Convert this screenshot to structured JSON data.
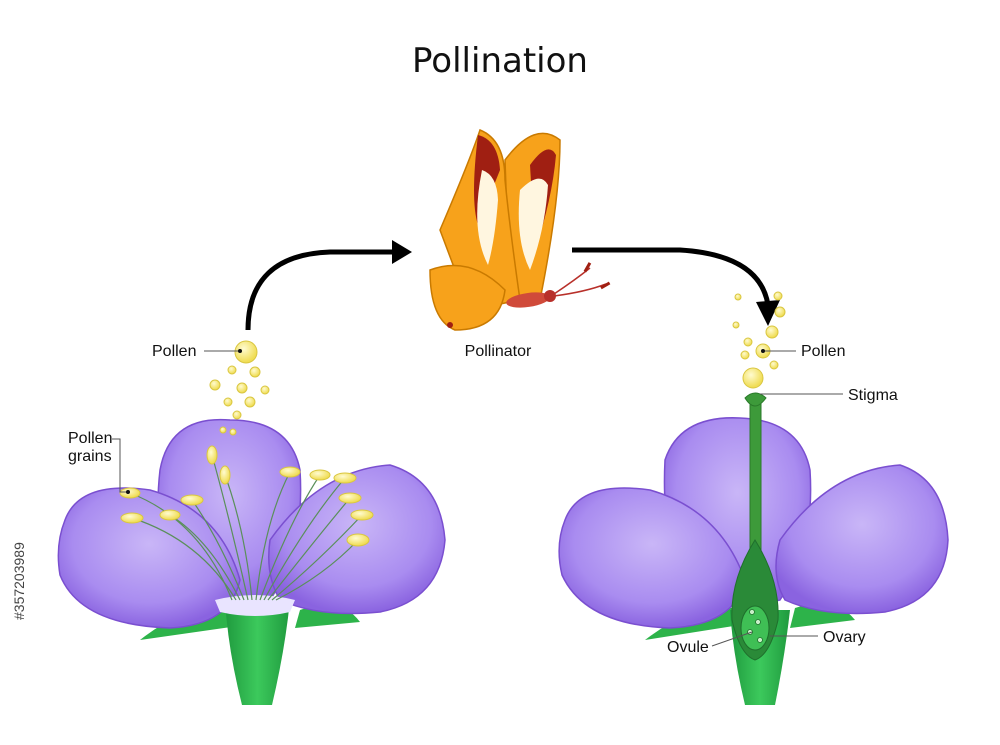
{
  "title": "Pollination",
  "labels": {
    "pollen_left": "Pollen",
    "pollen_grains_line1": "Pollen",
    "pollen_grains_line2": "grains",
    "pollinator": "Pollinator",
    "pollen_right": "Pollen",
    "stigma": "Stigma",
    "ovule": "Ovule",
    "ovary": "Ovary"
  },
  "stock_id": "#357203989",
  "colors": {
    "petal": "#a98cf0",
    "petal_dark": "#8a63e0",
    "petal_edge": "#7a4fd0",
    "stem": "#2db34a",
    "stem_dark": "#1f8a36",
    "pollen": "#f5ea7a",
    "pollen_edge": "#d9c640",
    "butterfly": "#f7a21b",
    "butterfly_dark": "#a01f12",
    "arrow": "#000000"
  },
  "icons": [
    "butterfly-icon",
    "left-flower-icon",
    "right-flower-icon",
    "curved-arrow-icon"
  ]
}
